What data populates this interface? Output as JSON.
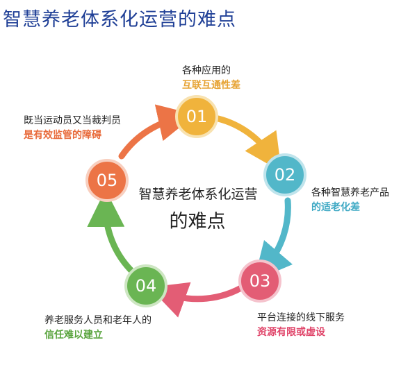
{
  "title": "智慧养老体系化运营的难点",
  "center": {
    "line1": "智慧养老体系化运营",
    "line2": "的难点"
  },
  "steps": [
    {
      "num": "01",
      "line1": "各种应用的",
      "line2": "互联互通性差",
      "color": "#f0b33c",
      "accent": "#e6a232"
    },
    {
      "num": "02",
      "line1": "各种智慧养老产品",
      "line2": "的适老化差",
      "color": "#52b7c9",
      "accent": "#3fa9c4"
    },
    {
      "num": "03",
      "line1": "平台连接的线下服务",
      "line2": "资源有限或虚设",
      "color": "#e35d75",
      "accent": "#e0456a"
    },
    {
      "num": "04",
      "line1": "养老服务人员和老年人的",
      "line2": "信任难以建立",
      "color": "#6ab553",
      "accent": "#5aa43e"
    },
    {
      "num": "05",
      "line1": "既当运动员又当裁判员",
      "line2": "是有效监管的障碍",
      "color": "#ec7446",
      "accent": "#e86a3a"
    }
  ]
}
